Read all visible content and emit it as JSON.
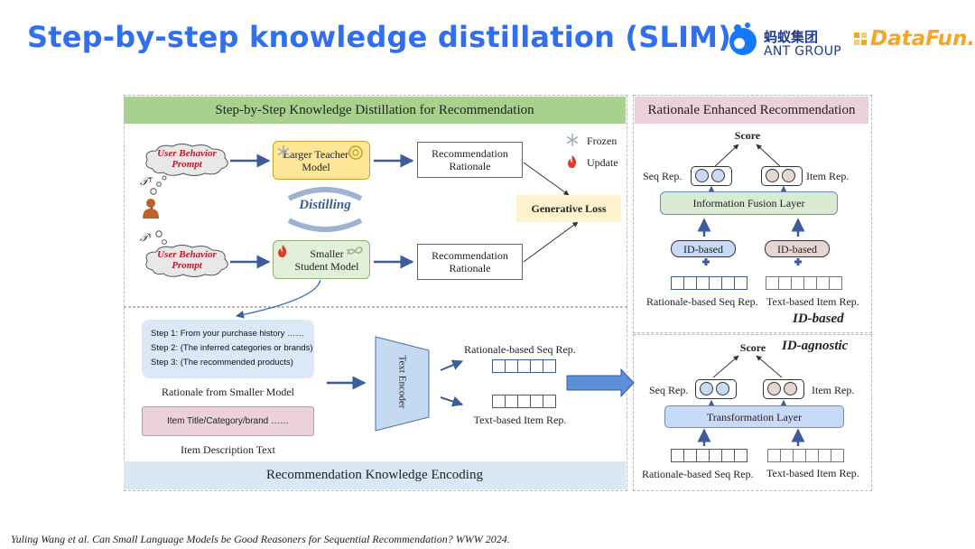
{
  "slide": {
    "title": "Step-by-step knowledge distillation (SLIM)"
  },
  "logos": {
    "ant_cn": "蚂蚁集团",
    "ant_en": "ANT GROUP",
    "datafun": "DataFun."
  },
  "left_panel": {
    "header": "Step-by-Step Knowledge Distillation for Recommendation",
    "prompt_top": "User Behavior Prompt",
    "prompt_bottom": "User Behavior Prompt",
    "tau_top": "𝒯ᵀ",
    "tau_bottom": "𝒯ˢ",
    "teacher": "Larger Teacher Model",
    "student": "Smaller Student Model",
    "distilling": "Distilling",
    "rationale_top": "Recommendation Rationale",
    "rationale_bottom": "Recommendation Rationale",
    "loss": "Generative Loss",
    "legend_frozen": "Frozen",
    "legend_update": "Update"
  },
  "encoding_panel": {
    "steps": [
      "Step 1: From your purchase history ……",
      "Step 2: (The inferred categories or brands)",
      "Step 3: (The recommended products)"
    ],
    "rationale_caption": "Rationale from Smaller Model",
    "item_box": "Item Title/Category/brand ……",
    "item_caption": "Item Description Text",
    "encoder": "Text Encoder",
    "seq_rep": "Rationale-based Seq Rep.",
    "item_rep": "Text-based Item Rep.",
    "footer": "Recommendation Knowledge Encoding"
  },
  "right_panel": {
    "header": "Rationale Enhanced Recommendation",
    "top": {
      "score": "Score",
      "seq_rep": "Seq Rep.",
      "item_rep": "Item Rep.",
      "fusion": "Information Fusion Layer",
      "id_left": "ID-based",
      "id_right": "ID-based",
      "seq_caption": "Rationale-based Seq Rep.",
      "item_caption": "Text-based Item Rep.",
      "mode": "ID-based"
    },
    "bottom": {
      "score": "Score",
      "mode": "ID-agnostic",
      "seq_rep": "Seq Rep.",
      "item_rep": "Item Rep.",
      "transform": "Transformation Layer",
      "seq_caption": "Rationale-based Seq Rep.",
      "item_caption": "Text-based Item Rep."
    }
  },
  "colors": {
    "title_blue": "#2f6ff0",
    "header_green": "#a9d18e",
    "header_pink": "#ead1dc",
    "teacher_yellow": "#ffe699",
    "student_green": "#e2efd9",
    "loss_yellow": "#fff2cc",
    "layer_green": "#d9ead3",
    "id_blue": "#c9daf8",
    "id_brown": "#e6d5d0",
    "encoding_blue": "#dae8f5"
  },
  "citation": "Yuling Wang et al. Can Small Language Models be Good Reasoners for Sequential Recommendation? WWW 2024."
}
